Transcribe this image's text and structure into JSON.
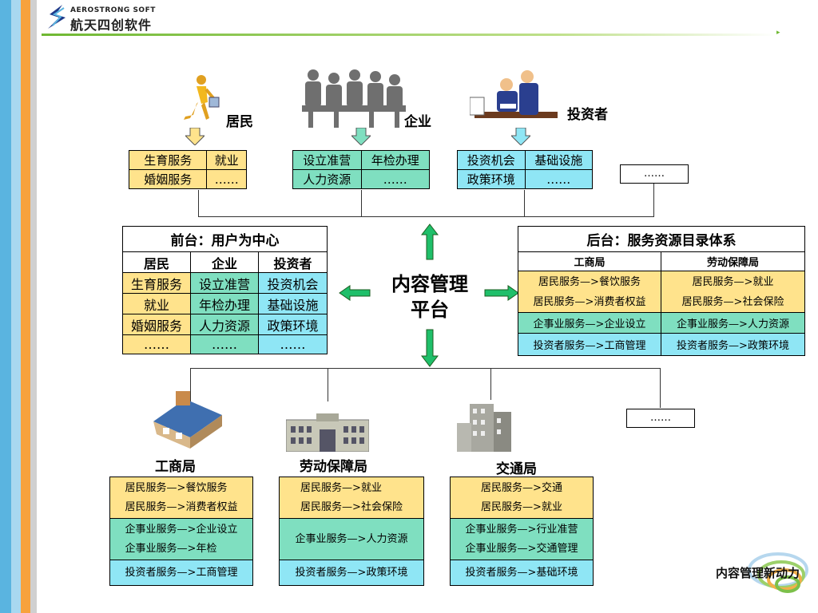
{
  "brand": {
    "name_en": "AEROSTRONG SOFT",
    "name_cn": "航天四创软件",
    "logo_icon": "aerostrong-s-logo-icon",
    "bottom_logo_text": "内容管理新动力",
    "stripe_colors": [
      "#5ab4e0",
      "#a8d8f0",
      "#f7a23c",
      "#c8c8c8"
    ]
  },
  "top_groups": [
    {
      "label": "居民",
      "icon": "walking-resident-icon",
      "rows": [
        [
          "生育服务",
          "就业"
        ],
        [
          "婚姻服务",
          "……"
        ]
      ],
      "color": "#ffe38c"
    },
    {
      "label": "企业",
      "icon": "meeting-people-icon",
      "rows": [
        [
          "设立准营",
          "年检办理"
        ],
        [
          "人力资源",
          "……"
        ]
      ],
      "color": "#7fdfc0"
    },
    {
      "label": "投资者",
      "icon": "investor-desk-icon",
      "rows": [
        [
          "投资机会",
          "基础设施"
        ],
        [
          "政策环境",
          "……"
        ]
      ],
      "color": "#8fe6f5"
    }
  ],
  "top_extra": "……",
  "front": {
    "title": "前台：用户为中心",
    "headers": [
      "居民",
      "企业",
      "投资者"
    ],
    "rows": [
      [
        "生育服务",
        "设立准营",
        "投资机会"
      ],
      [
        "就业",
        "年检办理",
        "基础设施"
      ],
      [
        "婚姻服务",
        "人力资源",
        "政策环境"
      ],
      [
        "……",
        "……",
        "……"
      ]
    ]
  },
  "center": {
    "line1": "内容管理",
    "line2": "平台"
  },
  "back": {
    "title": "后台：服务资源目录体系",
    "headers": [
      "工商局",
      "劳动保障局"
    ],
    "rows": [
      [
        "居民服务—>餐饮服务\n居民服务—>消费者权益",
        "居民服务—>就业\n居民服务—>社会保险"
      ],
      [
        "企事业服务—>企业设立",
        "企事业服务—>人力资源"
      ],
      [
        "投资者服务—>工商管理",
        "投资者服务—>政策环境"
      ]
    ]
  },
  "bottom_extra": "……",
  "bottom_groups": [
    {
      "label": "工商局",
      "icon": "house-building-icon",
      "rows": [
        "居民服务—>餐饮服务\n居民服务—>消费者权益",
        "企事业服务—>企业设立\n企事业服务—>年检",
        "投资者服务—>工商管理"
      ]
    },
    {
      "label": "劳动保障局",
      "icon": "government-building-icon",
      "rows": [
        "居民服务—>就业\n居民服务—>社会保险",
        "企事业服务—>人力资源",
        "投资者服务—>政策环境"
      ]
    },
    {
      "label": "交通局",
      "icon": "office-tower-icon",
      "rows": [
        "居民服务—>交通\n居民服务—>就业",
        "企事业服务—>行业准营\n企事业服务—>交通管理",
        "投资者服务—>基础环境"
      ]
    }
  ]
}
